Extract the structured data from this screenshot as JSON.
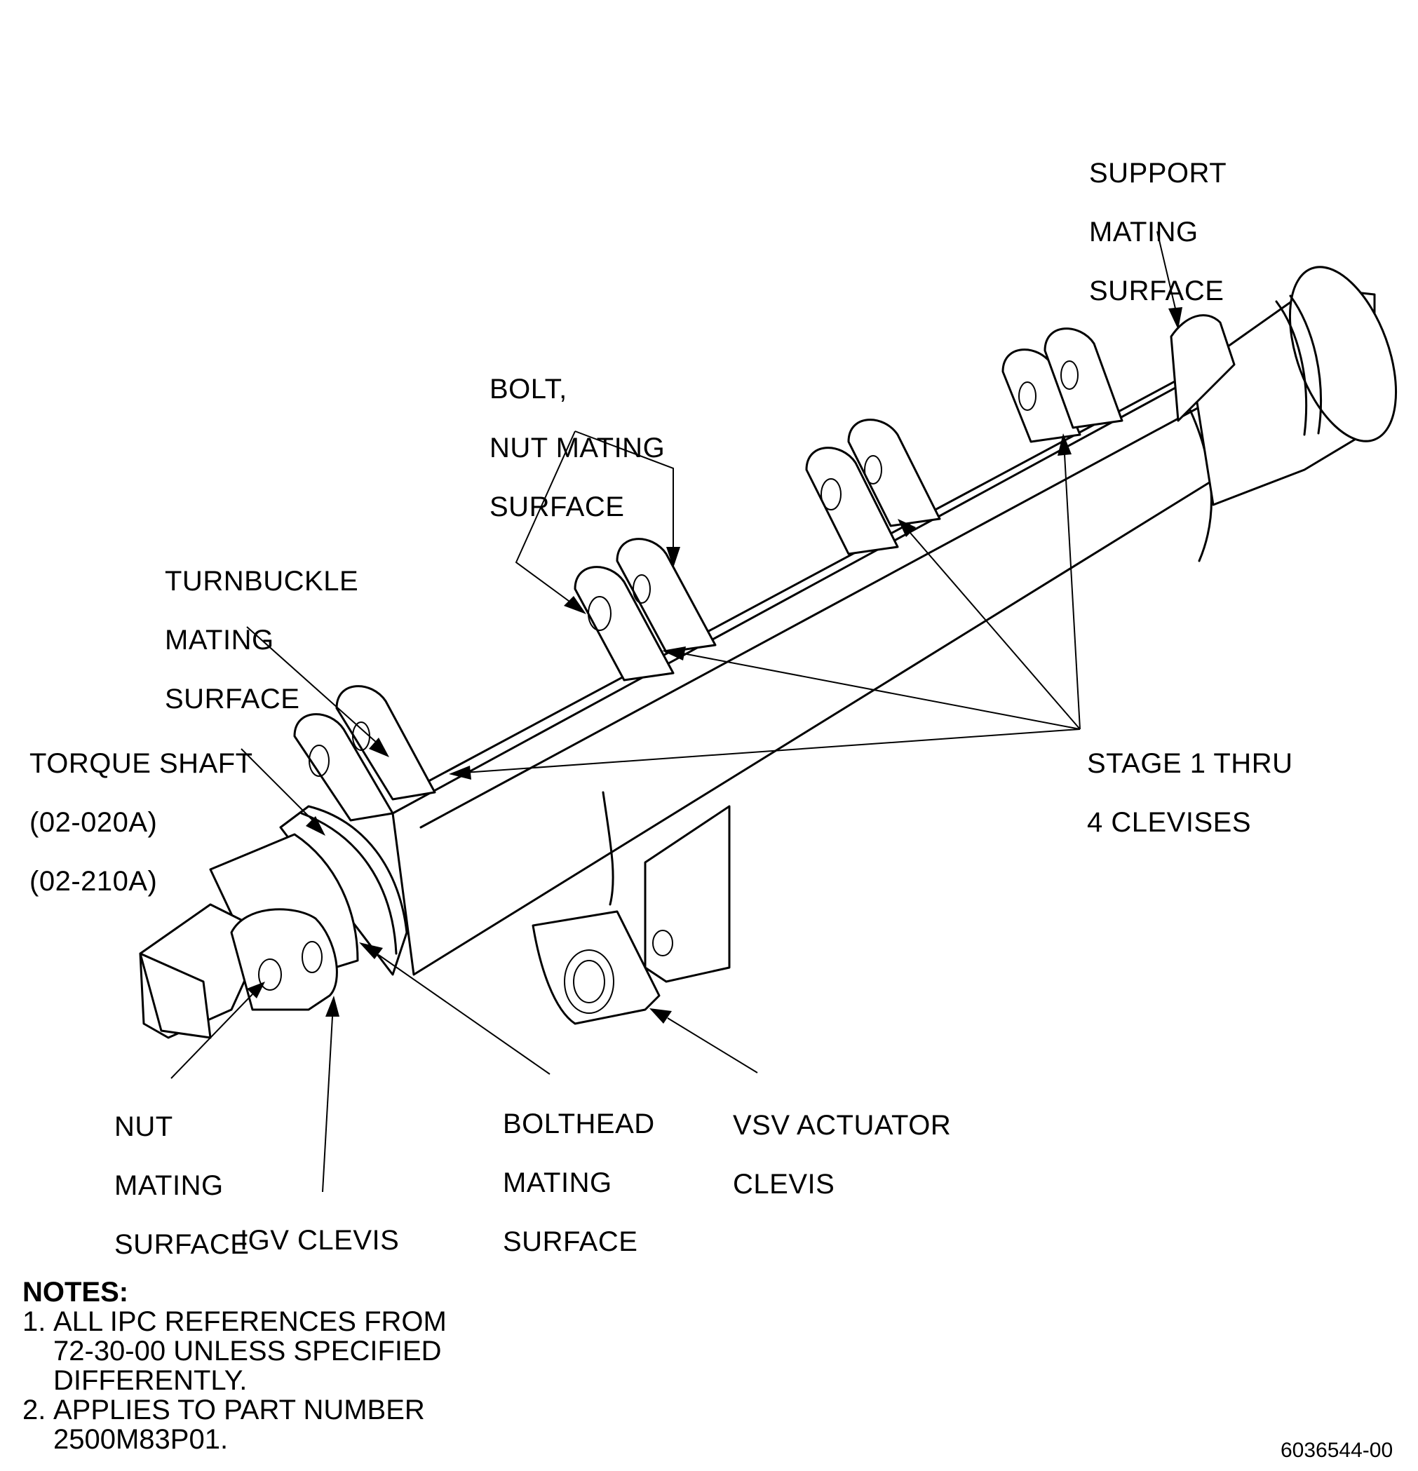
{
  "callouts": {
    "support_mating_surface": [
      "SUPPORT",
      "MATING",
      "SURFACE"
    ],
    "bolt_nut_mating_surface": [
      "BOLT,",
      "NUT MATING",
      "SURFACE"
    ],
    "turnbuckle_mating_surface": [
      "TURNBUCKLE",
      "MATING",
      "SURFACE"
    ],
    "torque_shaft": [
      "TORQUE SHAFT",
      "(02-020A)",
      "(02-210A)"
    ],
    "stage_clevises": [
      "STAGE 1 THRU",
      "4 CLEVISES"
    ],
    "nut_mating_surface": [
      "NUT",
      "MATING",
      "SURFACE"
    ],
    "bolthead_mating_surface": [
      "BOLTHEAD",
      "MATING",
      "SURFACE"
    ],
    "vsv_actuator_clevis": [
      "VSV ACTUATOR",
      "CLEVIS"
    ],
    "igv_clevis": [
      "IGV CLEVIS"
    ]
  },
  "notes": {
    "heading": "NOTES:",
    "items": [
      {
        "number": "1.",
        "lines": [
          "ALL IPC REFERENCES FROM",
          "72-30-00 UNLESS SPECIFIED",
          "DIFFERENTLY."
        ]
      },
      {
        "number": "2.",
        "lines": [
          "APPLIES TO PART NUMBER",
          "2500M83P01."
        ]
      }
    ]
  },
  "figure_number": "6036544-00"
}
